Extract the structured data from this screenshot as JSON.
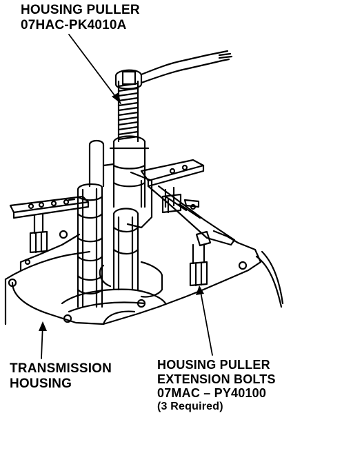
{
  "labels": {
    "housing_puller": {
      "line1": "HOUSING PULLER",
      "line2": "07HAC-PK4010A"
    },
    "transmission_housing": {
      "line1": "TRANSMISSION",
      "line2": "HOUSING"
    },
    "extension_bolts": {
      "line1": "HOUSING PULLER",
      "line2": "EXTENSION BOLTS",
      "line3": "07MAC – PY40100",
      "line4": "(3 Required)"
    }
  }
}
